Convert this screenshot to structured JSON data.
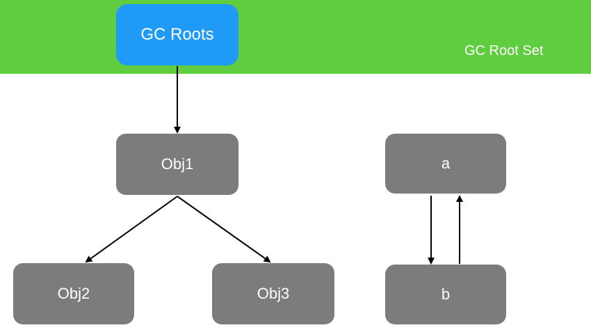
{
  "root_band": {
    "label": "GC Root Set",
    "color": "#5fcd3f"
  },
  "nodes": {
    "gc_roots": "GC Roots",
    "obj1": "Obj1",
    "obj2": "Obj2",
    "obj3": "Obj3",
    "a": "a",
    "b": "b"
  },
  "colors": {
    "root_node": "#1f9bf7",
    "object_node": "#7c7c7c",
    "text": "#ffffff",
    "edge": "#000000"
  },
  "edges": [
    {
      "from": "gc_roots",
      "to": "obj1"
    },
    {
      "from": "obj1",
      "to": "obj2"
    },
    {
      "from": "obj1",
      "to": "obj3"
    },
    {
      "from": "a",
      "to": "b"
    },
    {
      "from": "b",
      "to": "a"
    }
  ]
}
